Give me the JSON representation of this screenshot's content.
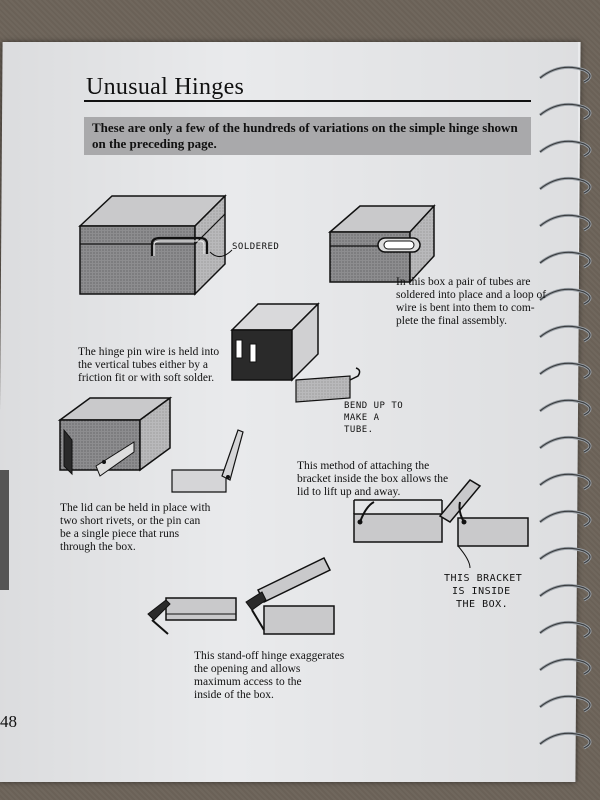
{
  "title": "Unusual Hinges",
  "intro": "These are only a few of the hundreds of variations on the simple hinge shown on the preceding page.",
  "labels": {
    "soldered": "SOLDERED",
    "bend_up_1": "BEND UP TO",
    "bend_up_2": "MAKE A",
    "bend_up_3": "TUBE.",
    "bracket_1": "THIS BRACKET",
    "bracket_2": "IS INSIDE",
    "bracket_3": "THE BOX."
  },
  "captions": {
    "tubes_1": "In this box a pair of tubes are",
    "tubes_2": "soldered into place and a loop of",
    "tubes_3": "wire is bent into them to com-",
    "tubes_4": "plete the final assembly.",
    "pin_1": "The hinge pin wire is held into",
    "pin_2": "the vertical tubes either by a",
    "pin_3": "friction fit or with soft solder.",
    "rivets_1": "The lid can be held in place with",
    "rivets_2": "two short rivets, or the pin can",
    "rivets_3": "be a single piece that runs",
    "rivets_4": "through the box.",
    "bracket_1": "This method of attaching the",
    "bracket_2": "bracket inside the box allows the",
    "bracket_3": "lid to lift up and away.",
    "standoff_1": "This stand-off hinge exaggerates",
    "standoff_2": "the opening and allows",
    "standoff_3": "maximum access to the",
    "standoff_4": "inside of the box."
  },
  "page_number": "48"
}
